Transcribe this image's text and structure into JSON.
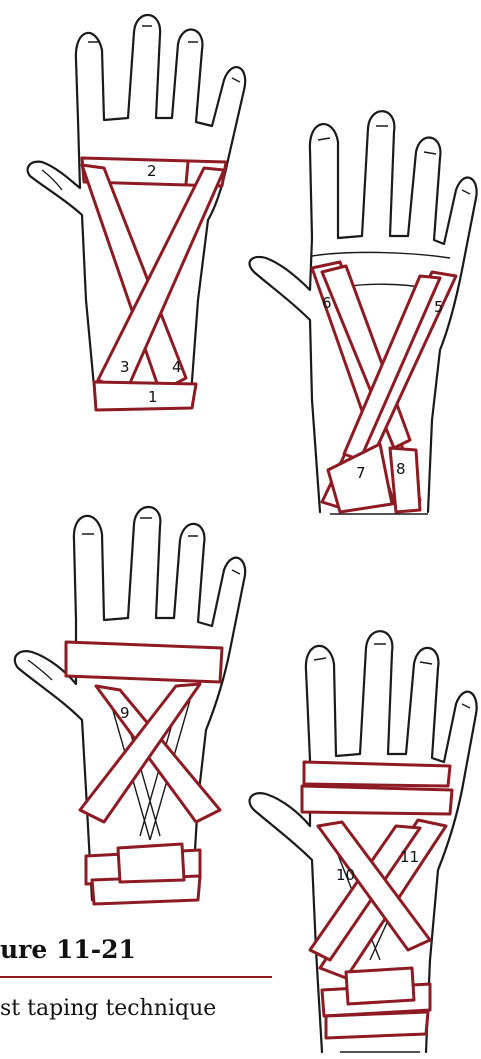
{
  "figure": {
    "title": "ure 11-21",
    "subtitle": "st taping technique"
  },
  "colors": {
    "tape": "#8e1b24",
    "outline": "#1a1a1a",
    "background": "#ffffff"
  },
  "panels": [
    {
      "labels": [
        "2",
        "3",
        "4",
        "1"
      ]
    },
    {
      "labels": [
        "6",
        "5",
        "7",
        "8"
      ]
    },
    {
      "labels": [
        "9"
      ]
    },
    {
      "labels": [
        "10",
        "11"
      ]
    }
  ]
}
